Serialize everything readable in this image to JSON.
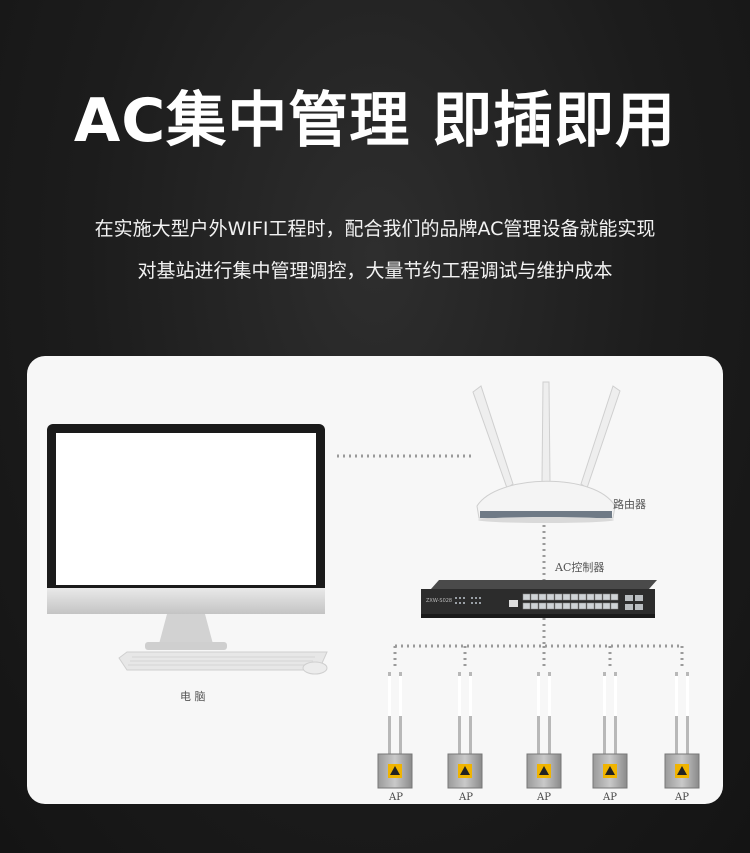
{
  "headline": "AC集中管理 即插即用",
  "subtitle_line1": "在实施大型户外WIFI工程时，配合我们的品牌AC管理设备就能实现",
  "subtitle_line2": "对基站进行集中管理调控，大量节约工程调试与维护成本",
  "diagram": {
    "router_label": "路由器",
    "controller_label": "AC控制器",
    "computer_label": "电 脑",
    "ap_labels": [
      "AP",
      "AP",
      "AP",
      "AP",
      "AP"
    ],
    "switch_brand": "ZXW-S028"
  },
  "colors": {
    "background": "#1c1c1c",
    "panel": "#f7f7f7",
    "connector": "#9a9a9a",
    "warning_label": "#f0b400"
  }
}
